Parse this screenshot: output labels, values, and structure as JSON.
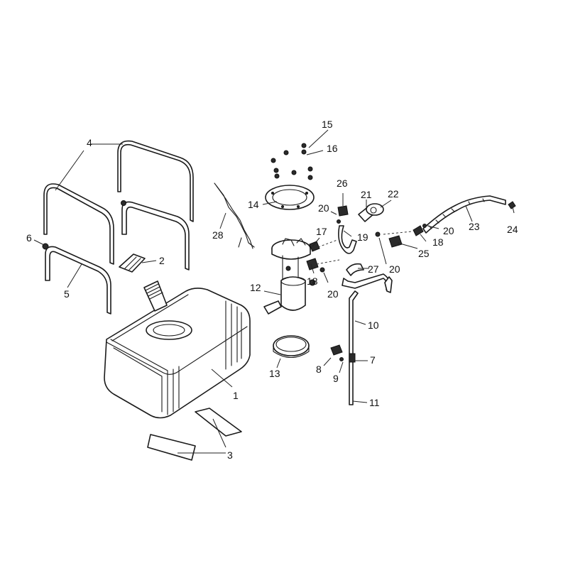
{
  "callouts": {
    "c1": "1",
    "c2": "2",
    "c3": "3",
    "c4": "4",
    "c5": "5",
    "c6": "6",
    "c7": "7",
    "c8": "8",
    "c9": "9",
    "c10": "10",
    "c11": "11",
    "c12": "12",
    "c13": "13",
    "c14": "14",
    "c15": "15",
    "c16": "16",
    "c17": "17",
    "c18a": "18",
    "c18b": "18",
    "c19": "19",
    "c20a": "20",
    "c20b": "20",
    "c20c": "20",
    "c20d": "20",
    "c21": "21",
    "c22": "22",
    "c23": "23",
    "c24": "24",
    "c25": "25",
    "c26": "26",
    "c27": "27",
    "c28": "28"
  }
}
